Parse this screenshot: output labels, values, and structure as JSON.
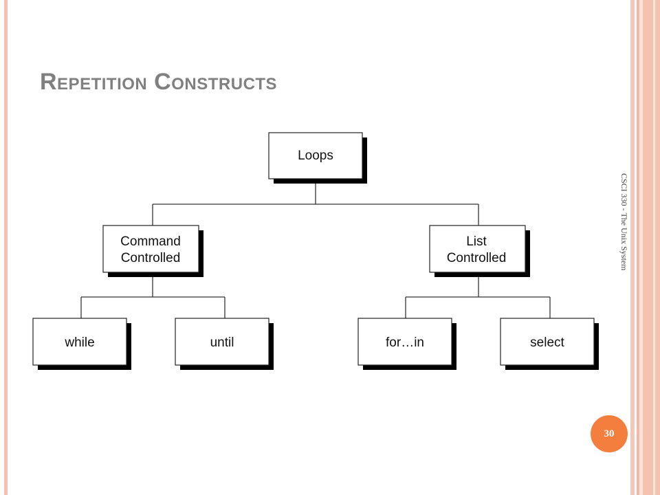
{
  "slide": {
    "title": "Repetition Constructs",
    "side_caption": "CSCI 330 - The Unix System",
    "page_number": "30"
  },
  "diagram": {
    "root": "Loops",
    "mid_left": [
      "Command",
      "Controlled"
    ],
    "mid_right": [
      "List",
      "Controlled"
    ],
    "leaves": [
      "while",
      "until",
      "for…in",
      "select"
    ]
  },
  "colors": {
    "title": "#808080",
    "accent": "#f47e3e",
    "border": "#f4c0b0"
  }
}
